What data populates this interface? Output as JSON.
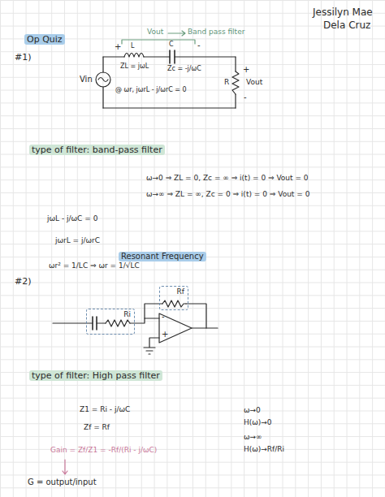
{
  "diagram": {
    "title": "Op Quiz",
    "nodes": [
      {
        "text": [
          "Rf"
        ]
      },
      {
        "text": [
          "Ri"
        ]
      }
    ],
    "labels": [
      "Jessilyn Mae",
      "Dela Cruz",
      "#1)",
      "Vout",
      "Band pass filter",
      "+",
      "-",
      "L",
      "C",
      "ZL = jωL",
      "Zc = -j/ωC",
      "Vin",
      "@ ωr, jωrL - j/ωrC = 0",
      "R",
      "+",
      "Vout",
      "-",
      "type of filter: band-pass filter",
      "ω→0 ⇒ ZL = 0, Zc = ∞ ⇒ i(t) = 0 ⇒ Vout = 0",
      "ω→∞ ⇒ ZL = ∞, Zc = 0 ⇒ i(t) = 0 ⇒ Vout = 0",
      "jωL - j/ωC = 0",
      "jωrL = j/ωrC",
      "ωr² = 1/LC ⇒ ωr = 1/√LC",
      "Resonant Frequency",
      "#2)",
      "type of filter: High pass filter",
      "Z1 = Ri - j/ωC",
      "Zf = Rf",
      "Gain = Zf/Z1 = -Rf/(Ri - j/ωC)",
      "G = output/input",
      "ω→0",
      "H(ω)→0",
      "ω→∞",
      "H(ω)→Rf/Ri",
      "-",
      "+"
    ]
  }
}
